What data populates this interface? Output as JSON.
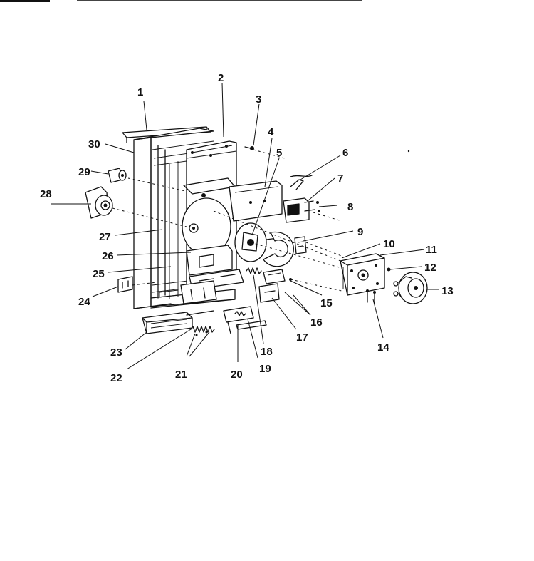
{
  "callouts": [
    {
      "id": "1",
      "text": "1"
    },
    {
      "id": "2",
      "text": "2"
    },
    {
      "id": "3",
      "text": "3"
    },
    {
      "id": "4",
      "text": "4"
    },
    {
      "id": "5",
      "text": "5"
    },
    {
      "id": "6",
      "text": "6"
    },
    {
      "id": "7",
      "text": "7"
    },
    {
      "id": "8",
      "text": "8"
    },
    {
      "id": "9",
      "text": "9"
    },
    {
      "id": "10",
      "text": "10"
    },
    {
      "id": "11",
      "text": "11"
    },
    {
      "id": "12",
      "text": "12"
    },
    {
      "id": "13",
      "text": "13"
    },
    {
      "id": "14",
      "text": "14"
    },
    {
      "id": "15",
      "text": "15"
    },
    {
      "id": "16",
      "text": "16"
    },
    {
      "id": "17",
      "text": "17"
    },
    {
      "id": "18",
      "text": "18"
    },
    {
      "id": "19",
      "text": "19"
    },
    {
      "id": "20",
      "text": "20"
    },
    {
      "id": "21",
      "text": "21"
    },
    {
      "id": "22",
      "text": "22"
    },
    {
      "id": "23",
      "text": "23"
    },
    {
      "id": "24",
      "text": "24"
    },
    {
      "id": "25",
      "text": "25"
    },
    {
      "id": "26",
      "text": "26"
    },
    {
      "id": "27",
      "text": "27"
    },
    {
      "id": "28",
      "text": "28"
    },
    {
      "id": "29",
      "text": "29"
    },
    {
      "id": "30",
      "text": "30"
    }
  ],
  "colors": {
    "ink": "#111111",
    "paper": "#ffffff"
  }
}
